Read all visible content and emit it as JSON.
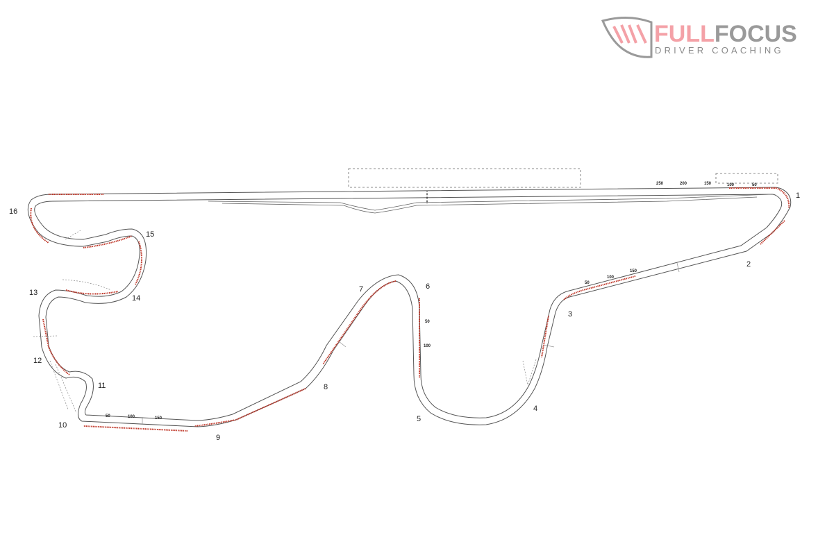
{
  "logo": {
    "word_a": "FULL",
    "word_b": "FOCUS",
    "tagline": "DRIVER COACHING",
    "colors": {
      "accent": "#f4a1a7",
      "grey": "#9a9a9a"
    }
  },
  "track": {
    "colors": {
      "track_edge": "#555555",
      "kerb": "#c0392b",
      "marker": "#777777"
    },
    "turns": [
      "1",
      "2",
      "3",
      "4",
      "5",
      "6",
      "7",
      "8",
      "9",
      "10",
      "11",
      "12",
      "13",
      "14",
      "15",
      "16"
    ],
    "distance_markers": {
      "main_straight": [
        "250",
        "200",
        "150",
        "100",
        "50"
      ],
      "turn3_approach": [
        "50",
        "100",
        "150"
      ],
      "turn6_braking": [
        "50",
        "100"
      ],
      "turn10_exit": [
        "50",
        "100",
        "150"
      ]
    }
  }
}
